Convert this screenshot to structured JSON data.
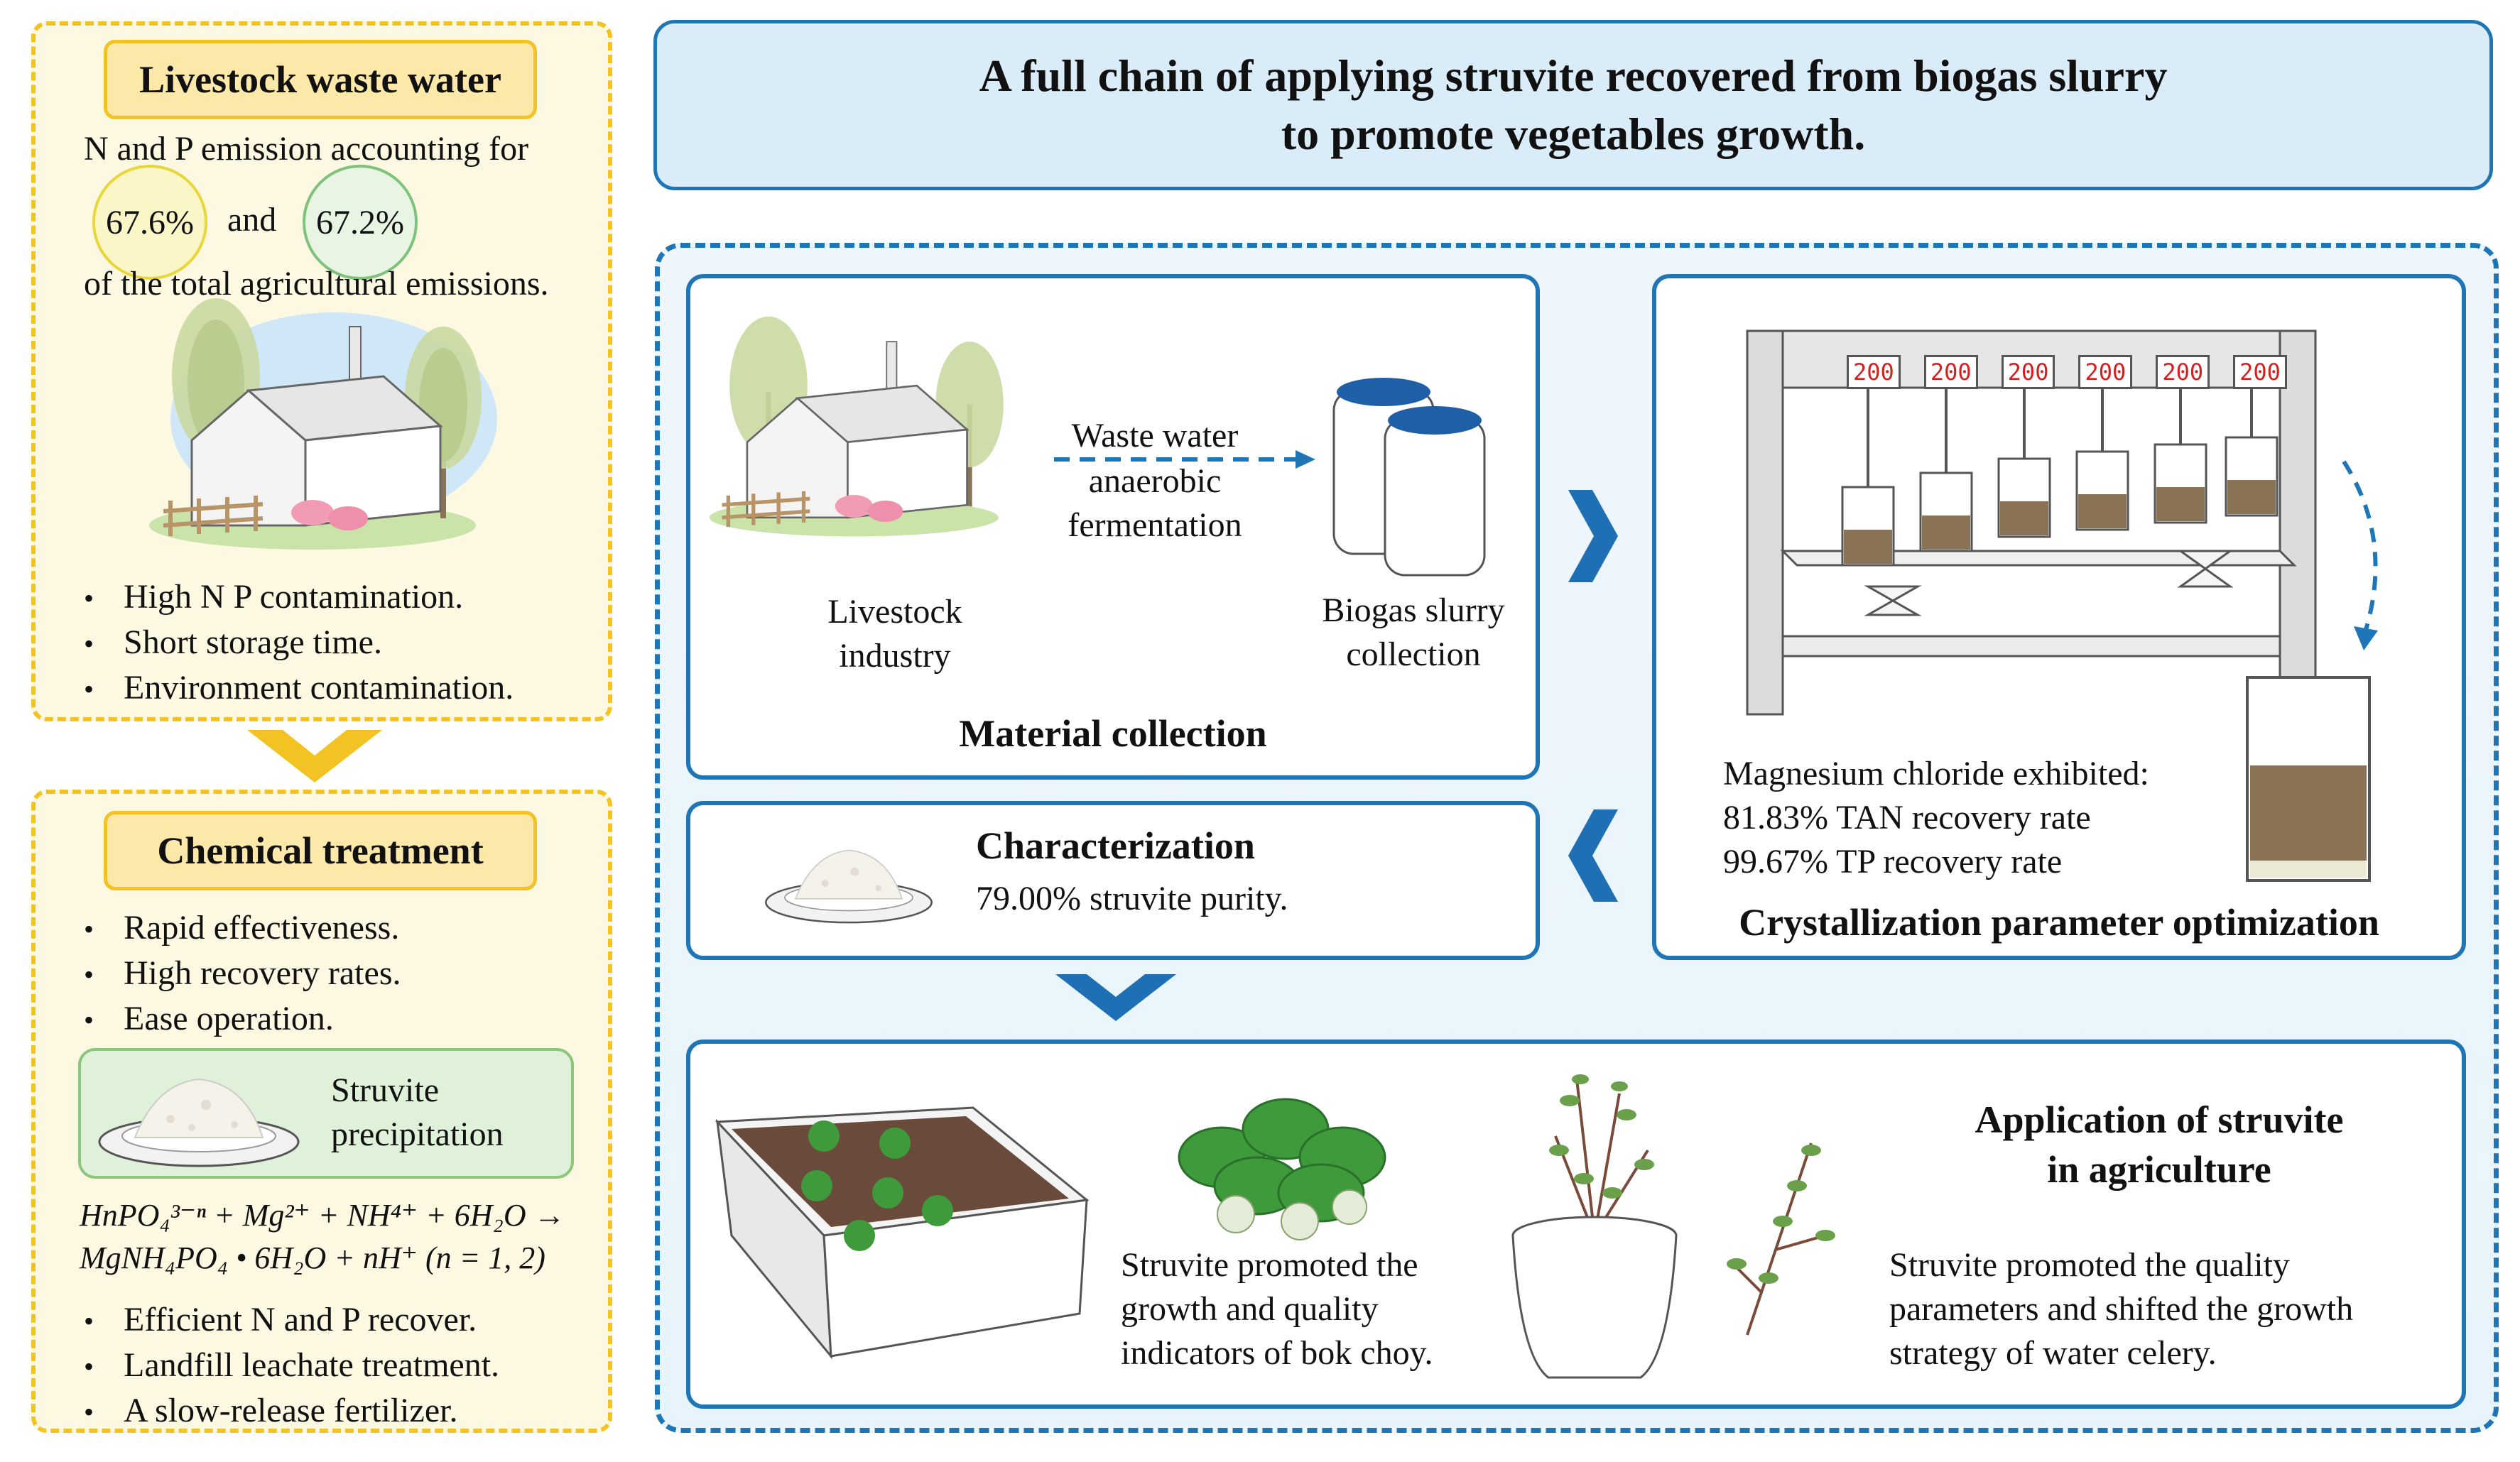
{
  "title": {
    "line1": "A full chain of applying struvite recovered from biogas slurry",
    "line2": "to promote vegetables growth."
  },
  "livestock_panel": {
    "heading": "Livestock waste water",
    "emission_line1": "N and P emission accounting for",
    "n_percent": "67.6%",
    "and_word": "and",
    "p_percent": "67.2%",
    "emission_line3": "of the total agricultural emissions.",
    "bullets": [
      "High N P contamination.",
      "Short storage time.",
      "Environment contamination."
    ]
  },
  "chemical_panel": {
    "heading": "Chemical treatment",
    "bullets_top": [
      "Rapid effectiveness.",
      "High recovery rates.",
      "Ease operation."
    ],
    "precip_label_line1": "Struvite",
    "precip_label_line2": "precipitation",
    "formula_line1": "HnPO₄³⁻ⁿ + Mg²⁺ + NH⁴⁺ + 6H₂O →",
    "formula_line2": "MgNH₄PO₄ • 6H₂O + nH⁺ (n = 1, 2)",
    "bullets_bottom": [
      "Efficient N and P recover.",
      "Landfill leachate treatment.",
      "A slow-release fertilizer."
    ]
  },
  "material_collection": {
    "caption": "Material collection",
    "livestock_line1": "Livestock",
    "livestock_line2": "industry",
    "arrow_line1": "Waste water",
    "arrow_line2": "anaerobic",
    "arrow_line3": "fermentation",
    "biogas_line1": "Biogas slurry",
    "biogas_line2": "collection"
  },
  "crystallization": {
    "caption": "Crystallization parameter optimization",
    "display_values": [
      "200",
      "200",
      "200",
      "200",
      "200",
      "200"
    ],
    "result_line1": "Magnesium chloride exhibited:",
    "result_line2": "81.83% TAN recovery rate",
    "result_line3": "99.67% TP recovery rate"
  },
  "characterization": {
    "caption": "Characterization",
    "purity": "79.00% struvite purity."
  },
  "application": {
    "heading_line1": "Application of struvite",
    "heading_line2": "in agriculture",
    "bokchoy_line1": "Struvite promoted the",
    "bokchoy_line2": "growth and quality",
    "bokchoy_line3": "indicators of bok choy.",
    "celery_line1": "Struvite promoted the quality",
    "celery_line2": "parameters and shifted the growth",
    "celery_line3": "strategy of water celery."
  },
  "colors": {
    "yellow_border": "#f3c223",
    "yellow_fill": "#fdf8e2",
    "blue_border": "#1f76b7",
    "title_fill": "#d9ecf8",
    "precip_fill": "#dff1d8",
    "precip_border": "#8cc67c"
  }
}
